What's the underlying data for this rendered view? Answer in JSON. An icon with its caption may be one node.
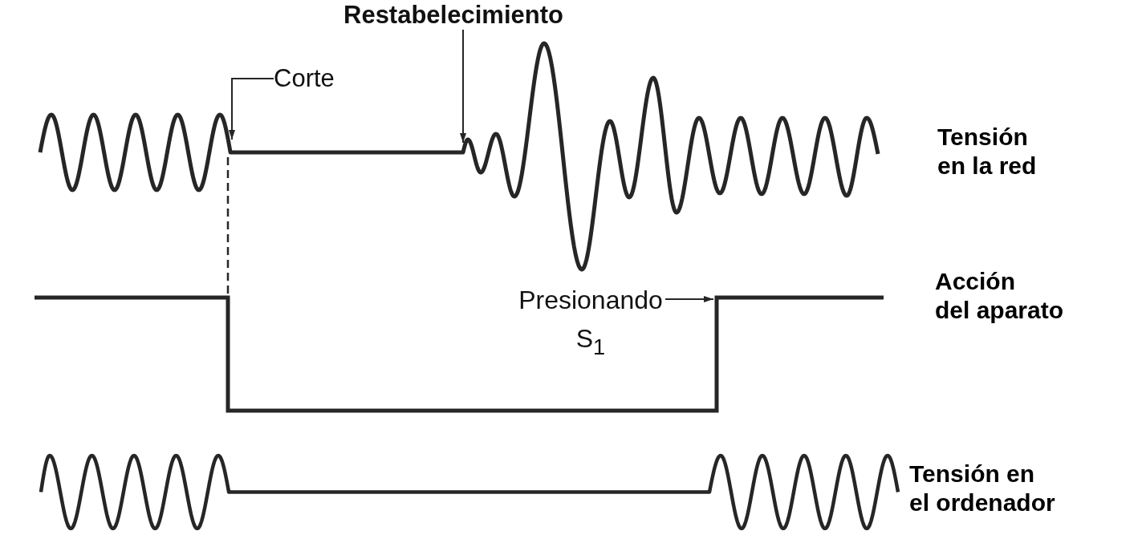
{
  "diagram": {
    "nodes": [
      {
        "text": [
          "Restabelecimiento"
        ]
      },
      {
        "text": [
          "Corte"
        ]
      },
      {
        "text": [
          "Presionando S$_{1}$"
        ]
      }
    ],
    "edges": [
      {
        "from": 0,
        "to": null,
        "arrow": "to"
      },
      {
        "from": 1,
        "to": null,
        "arrow": "to"
      },
      {
        "from": 2,
        "to": null,
        "arrow": "to"
      }
    ],
    "labels": [
      "Tensión en la red",
      "Acción del aparato",
      "Tensión en el ordenador"
    ]
  }
}
